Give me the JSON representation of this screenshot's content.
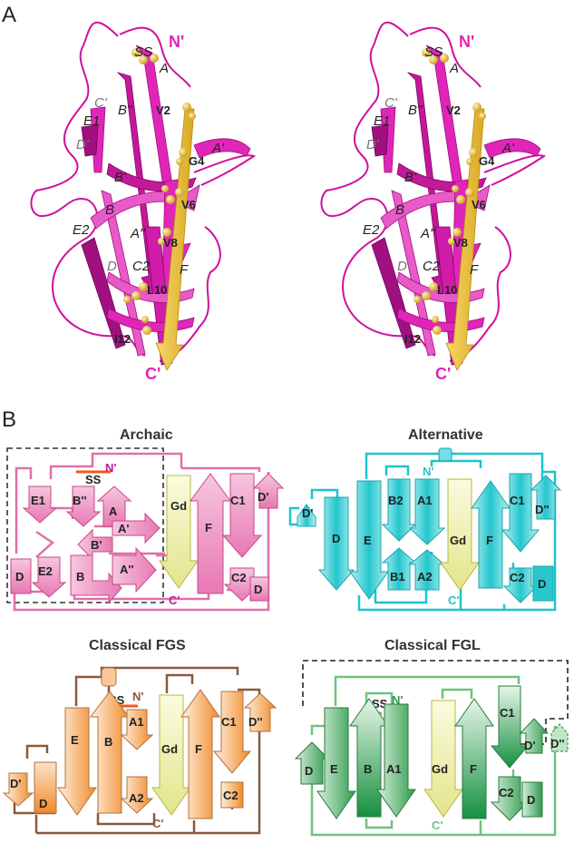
{
  "panel_a": {
    "label": "A",
    "strand_labels": {
      "nterm": "N'",
      "cterm": "C'",
      "ss": "SS",
      "a": "A",
      "c_prime": "C'",
      "e1": "E1",
      "b_dprime": "B''",
      "d_prime": "D'",
      "a_prime": "A'",
      "b_prime": "B'",
      "b": "B",
      "e2": "E2",
      "a_dprime": "A''",
      "d": "D",
      "c2": "C2",
      "f": "F"
    },
    "residues": [
      "V2",
      "G4",
      "V6",
      "V8",
      "L10",
      "I12"
    ]
  },
  "panel_b": {
    "label": "B",
    "archaic": {
      "title": "Archaic",
      "nterm": "N'",
      "cterm": "C'",
      "ss": "SS",
      "strands": [
        "E1",
        "B''",
        "A",
        "A'",
        "B'",
        "D",
        "E2",
        "B",
        "A''",
        "Gd",
        "F",
        "C1",
        "D'",
        "C2",
        "D"
      ]
    },
    "alternative": {
      "title": "Alternative",
      "nterm": "N'",
      "cterm": "C'",
      "strands": [
        "D'",
        "D",
        "E",
        "B2",
        "B1",
        "A1",
        "A2",
        "Gd",
        "F",
        "C1",
        "D''",
        "C2",
        "D"
      ]
    },
    "fgs": {
      "title": "Classical FGS",
      "nterm": "N'",
      "cterm": "C'",
      "ss": "SS",
      "strands": [
        "D'",
        "D",
        "E",
        "B",
        "A1",
        "A2",
        "Gd",
        "F",
        "C1",
        "D''",
        "C2"
      ]
    },
    "fgl": {
      "title": "Classical FGL",
      "nterm": "N'",
      "cterm": "C'",
      "ss": "SS",
      "strands": [
        "D",
        "E",
        "B",
        "A1",
        "Gd",
        "F",
        "C1",
        "D'",
        "D''",
        "C2",
        "D"
      ]
    }
  },
  "colors": {
    "magenta": "#e026b8",
    "dark_magenta": "#a0107e",
    "gold": "#e8c13a",
    "pink": "#e070a8",
    "cyan": "#1cc4cc",
    "orange": "#f08a2a",
    "brown": "#8a5a3a",
    "green": "#2e9a4e",
    "light_green": "#6fc27f",
    "yellow_pale": "#eef0a0",
    "red_orange": "#f05a1a"
  }
}
